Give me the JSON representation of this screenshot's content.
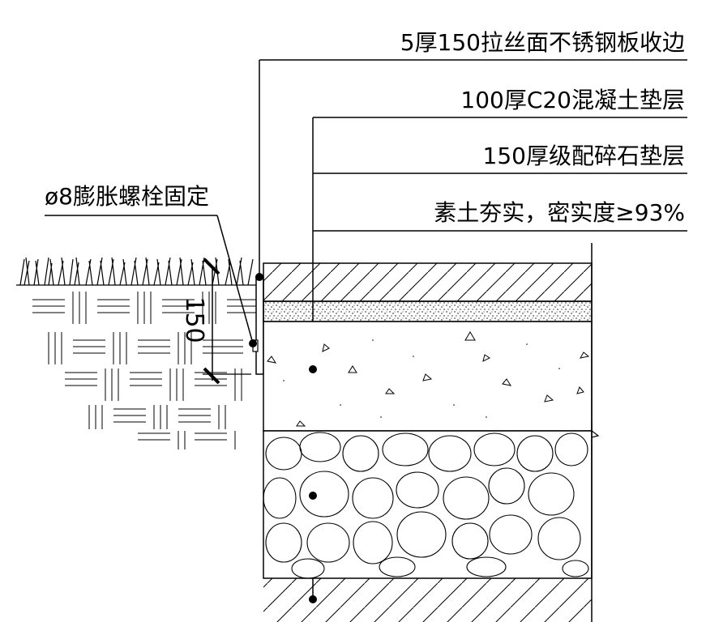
{
  "diagram": {
    "labels": {
      "stainless_edge": "5厚150拉丝面不锈钢板收边",
      "concrete_layer": "100厚C20混凝土垫层",
      "gravel_layer": "150厚级配碎石垫层",
      "compacted_soil": "素土夯实，密实度≥93%",
      "bolt_fix": "ø8膨胀螺栓固定"
    },
    "dimension": "150",
    "colors": {
      "line": "#000000",
      "background": "#ffffff"
    }
  }
}
